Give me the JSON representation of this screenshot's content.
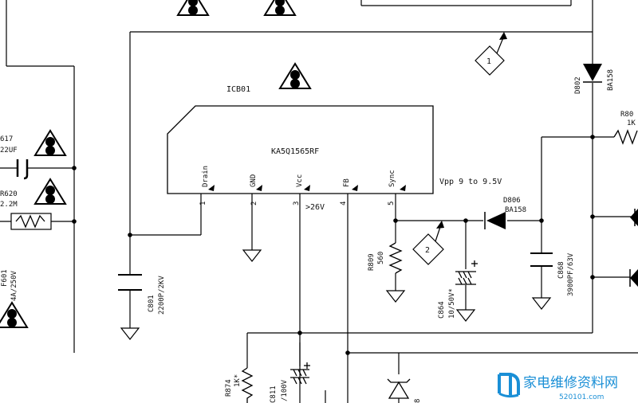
{
  "ic": {
    "ref": "ICB01",
    "part": "KA5Q1565RF",
    "pins": [
      {
        "num": "1",
        "name": "Drain"
      },
      {
        "num": "2",
        "name": "GND"
      },
      {
        "num": "3",
        "name": "Vcc"
      },
      {
        "num": "4",
        "name": "FB"
      },
      {
        "num": "5",
        "name": "Sync"
      }
    ]
  },
  "vpp_note": "Vpp 9 to 9.5V",
  "vcc_note": ">26V",
  "markers": [
    "1",
    "2"
  ],
  "components": {
    "d802": {
      "ref": "D802",
      "value": "BA158"
    },
    "d806": {
      "ref": "D806",
      "value": "BA158"
    },
    "r80x": {
      "ref": "R80",
      "value": "1K"
    },
    "r809": {
      "ref": "R809",
      "value": "560"
    },
    "c801": {
      "ref": "C801",
      "value": "2200P/2KV"
    },
    "c864": {
      "ref": "C864",
      "value": "10/50V*"
    },
    "c868": {
      "ref": "C868",
      "value": "3900PF/63V"
    },
    "r874": {
      "ref": "R874",
      "value": "1K*"
    },
    "c811": {
      "ref": "C811",
      "value": "/100V"
    },
    "c617": {
      "ref": "617",
      "value": "22UF"
    },
    "r620": {
      "ref": "R620",
      "value": "2.2M"
    },
    "f601": {
      "ref": "F601",
      "value": "4A/250V"
    },
    "d8x": {
      "ref": "8"
    }
  },
  "watermark": {
    "cn": "家电维修资料网",
    "url": "520101.com"
  }
}
